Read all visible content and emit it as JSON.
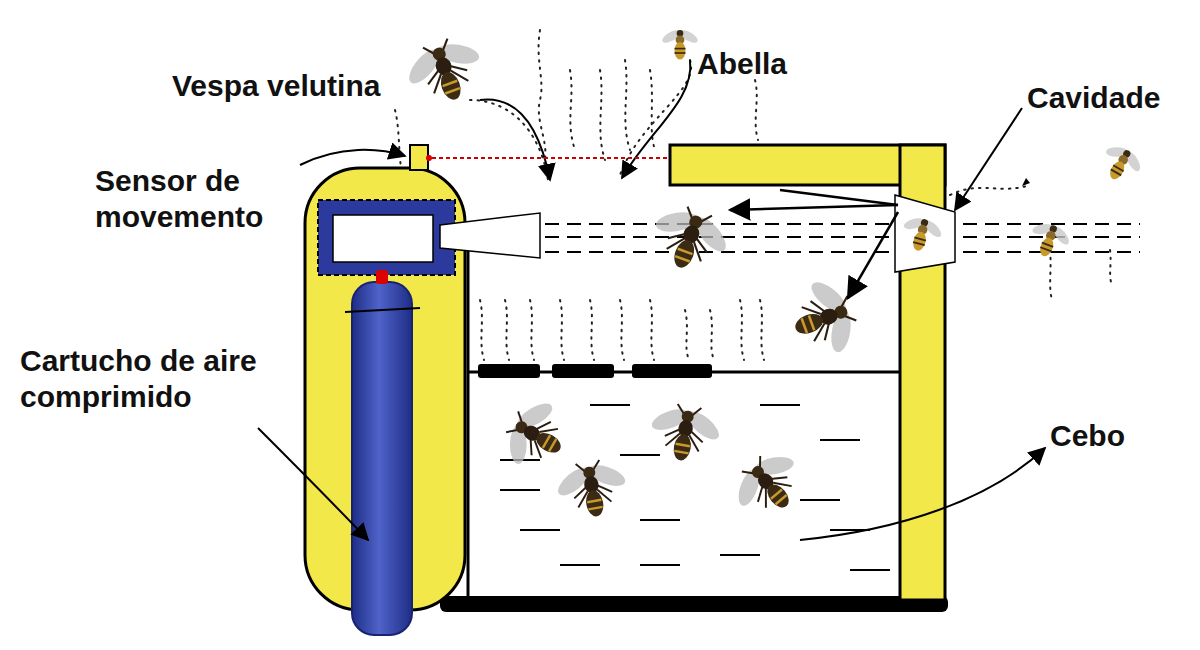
{
  "diagram": {
    "labels": [
      "Vespa velutina",
      "Abella",
      "Sensor de movemento",
      "Cavidade",
      "Cartucho de aire comprimido",
      "Cebo"
    ]
  }
}
